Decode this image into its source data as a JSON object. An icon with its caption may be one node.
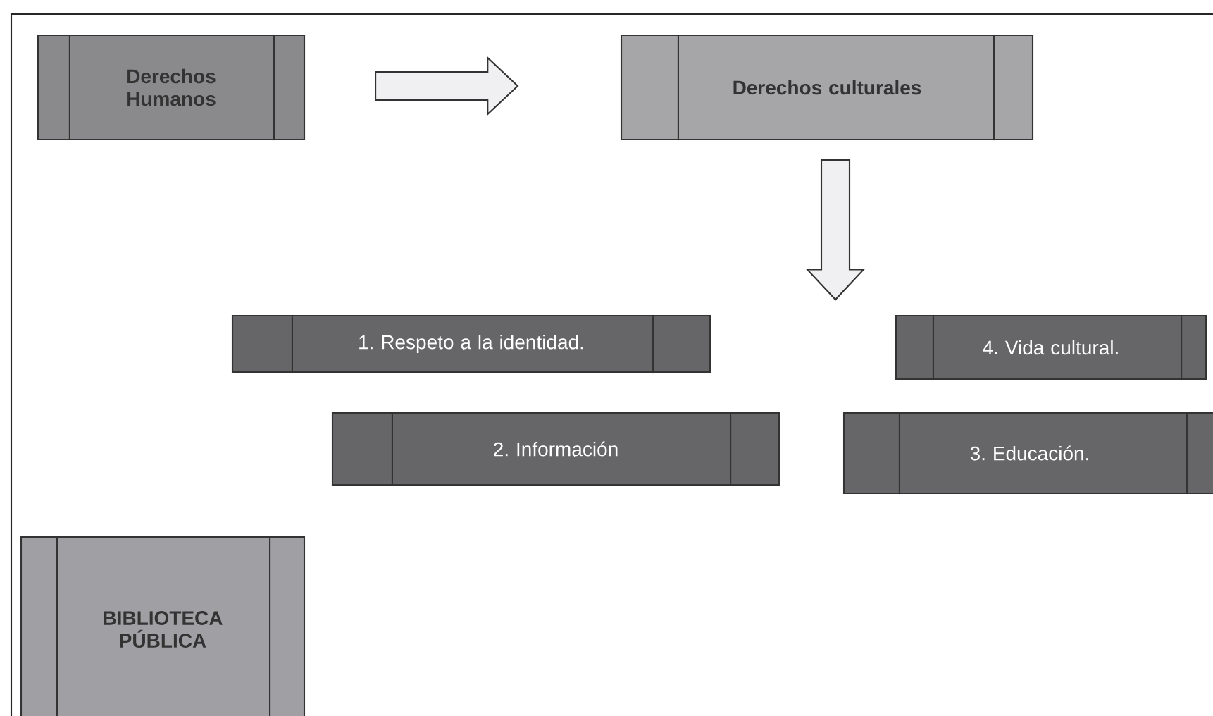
{
  "diagram": {
    "nodes": [
      {
        "text": [
          "Derechos Humanos"
        ]
      },
      {
        "text": [
          "Derechos culturales"
        ]
      },
      {
        "text": [
          "1. Respeto a la identidad."
        ]
      },
      {
        "text": [
          "4. Vida cultural."
        ]
      },
      {
        "text": [
          "2. Información"
        ]
      },
      {
        "text": [
          "3. Educación."
        ]
      },
      {
        "text": [
          "BIBLIOTECA PÚBLICA"
        ]
      }
    ],
    "edges": [
      {
        "from": 0,
        "to": 1,
        "arrow": "to"
      },
      {
        "from": 1,
        "to": null,
        "arrow": "to"
      }
    ]
  }
}
